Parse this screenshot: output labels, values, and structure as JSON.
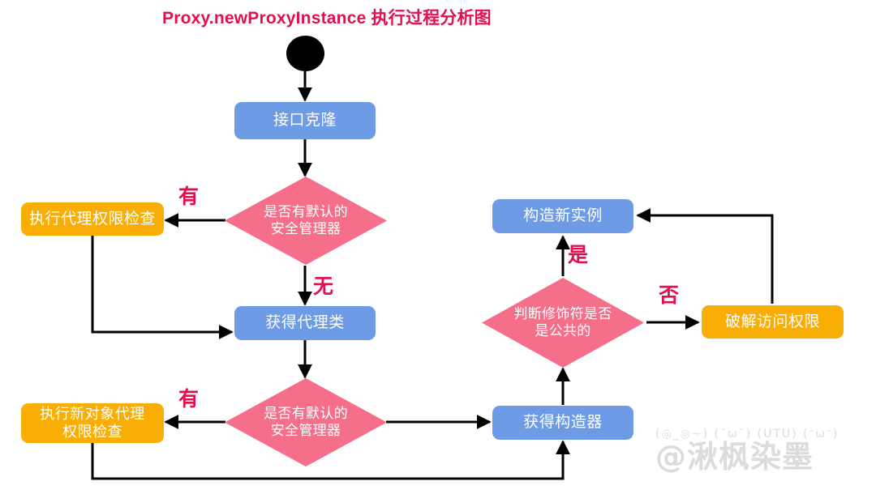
{
  "title": "Proxy.newProxyInstance 执行过程分析图",
  "colors": {
    "title": "#E2104F",
    "process_blue": "#6D9BE6",
    "process_orange": "#F9AE06",
    "decision_pink": "#F56E8A",
    "edge": "#000000",
    "edge_label": "#E2104F",
    "start_node": "#000000",
    "watermark": "#DCDCDC",
    "background": "#FFFFFF"
  },
  "nodes": {
    "start": {
      "label": "",
      "shape": "start-ellipse"
    },
    "interface_clone": {
      "label": "接口克隆",
      "shape": "process",
      "color": "blue"
    },
    "decision_security_manager_1": {
      "label": "是否有默认的\n安全管理器",
      "shape": "decision"
    },
    "proxy_permission_check": {
      "label": "执行代理权限检查",
      "shape": "process",
      "color": "orange"
    },
    "get_proxy_class": {
      "label": "获得代理类",
      "shape": "process",
      "color": "blue"
    },
    "decision_security_manager_2": {
      "label": "是否有默认的\n安全管理器",
      "shape": "decision"
    },
    "new_object_proxy_permission_check": {
      "label": "执行新对象代理\n权限检查",
      "shape": "process",
      "color": "orange"
    },
    "get_constructor": {
      "label": "获得构造器",
      "shape": "process",
      "color": "blue"
    },
    "decision_modifier_public": {
      "label": "判断修饰符是否\n是公共的",
      "shape": "decision"
    },
    "construct_new_instance": {
      "label": "构造新实例",
      "shape": "process",
      "color": "blue"
    },
    "break_access_permission": {
      "label": "破解访问权限",
      "shape": "process",
      "color": "orange"
    }
  },
  "edge_labels": {
    "sm1_yes": "有",
    "sm1_no": "无",
    "sm2_yes": "有",
    "modifier_yes": "是",
    "modifier_no": "否"
  },
  "watermark": {
    "kaomoji": "(◎_◎~) (˘ω˘) (UTU) (ᵔωᵔ)",
    "handle": "@湫枫染墨"
  }
}
